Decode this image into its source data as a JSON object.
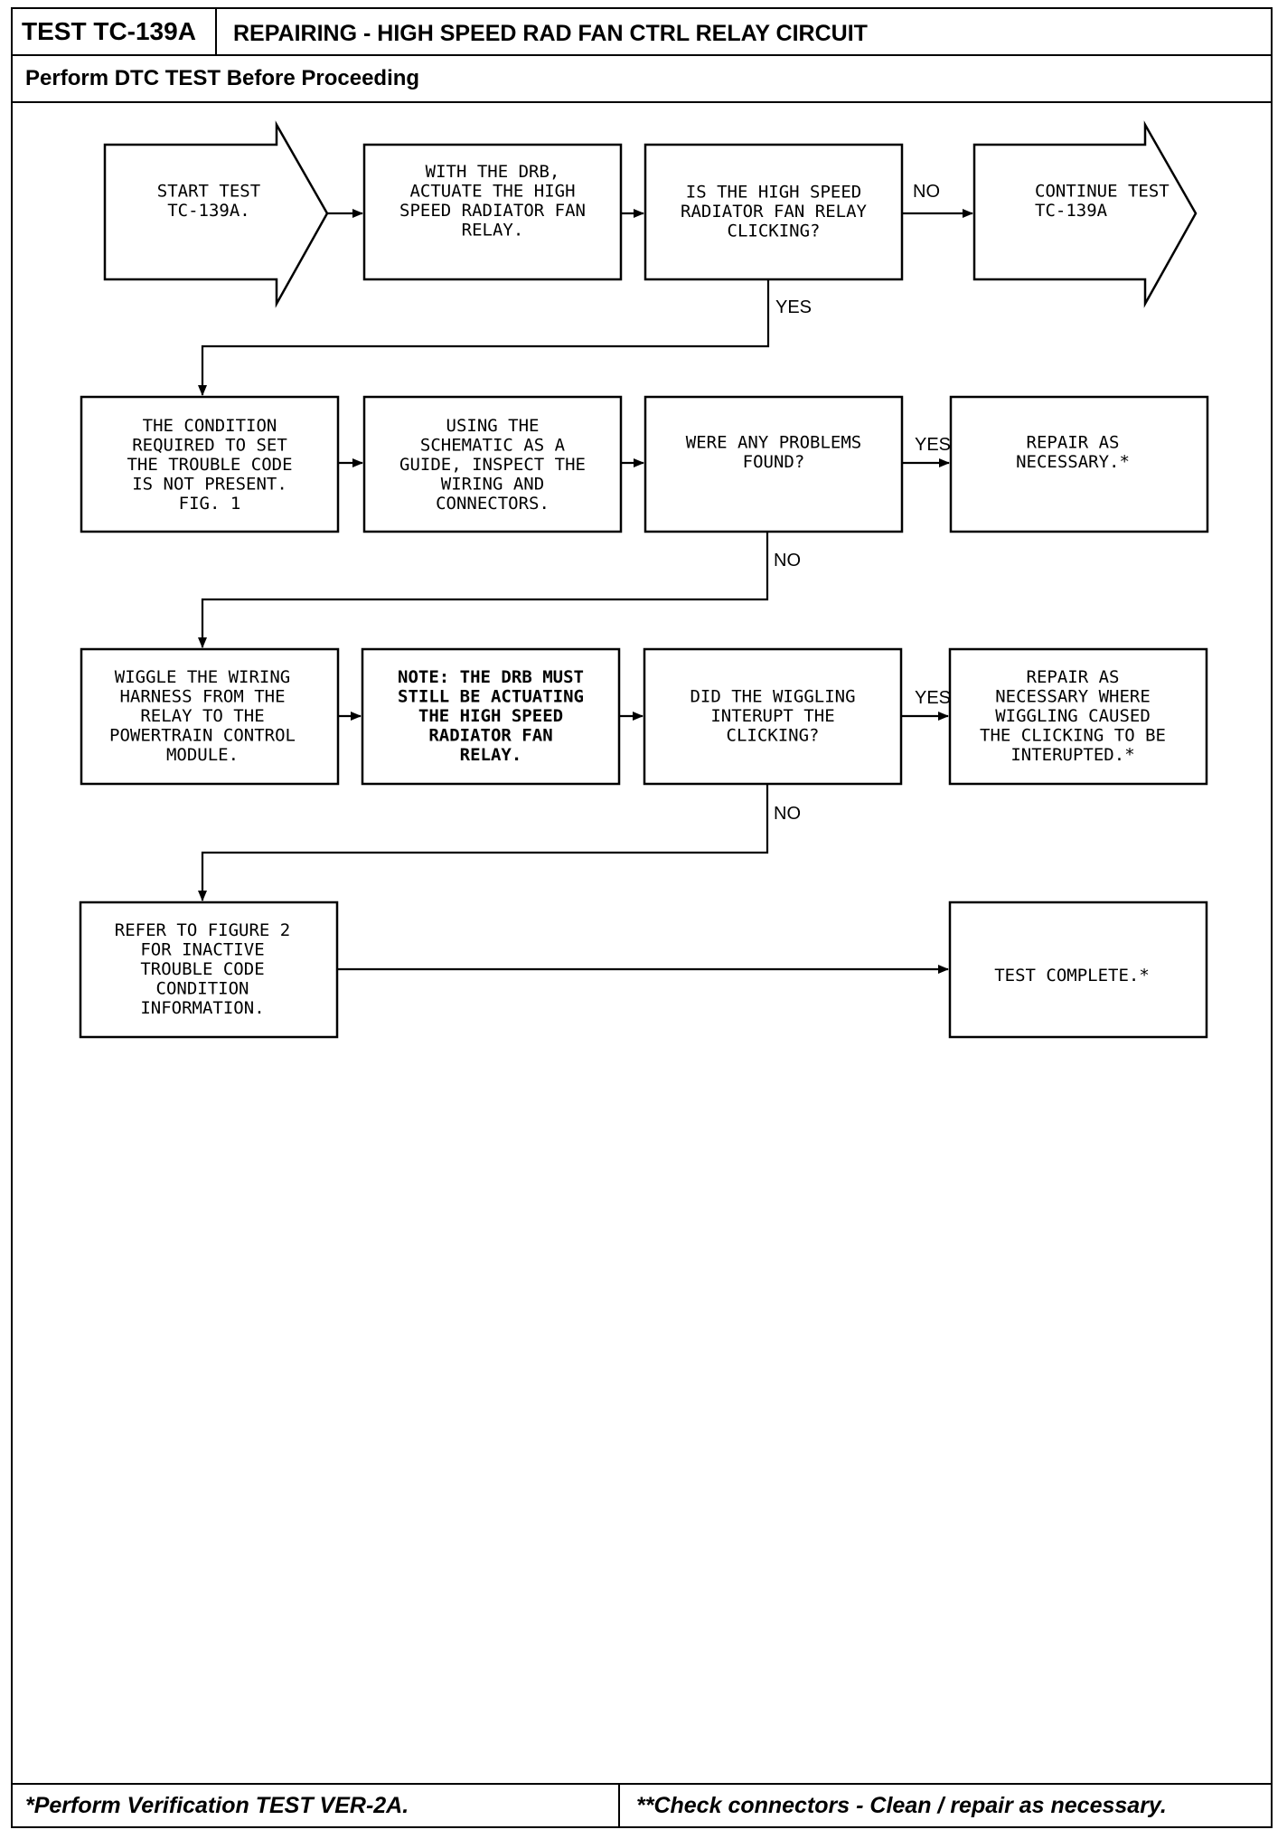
{
  "header": {
    "test_id": "TEST TC-139A",
    "title": "REPAIRING - HIGH SPEED RAD FAN CTRL RELAY CIRCUIT",
    "subtitle": "Perform DTC TEST Before Proceeding"
  },
  "nodes": {
    "start": [
      "START TEST",
      "TC-139A."
    ],
    "actuate": [
      "WITH THE DRB,",
      "ACTUATE THE HIGH",
      "SPEED RADIATOR FAN",
      "RELAY."
    ],
    "q_clicking": [
      "IS THE HIGH SPEED",
      "RADIATOR FAN RELAY",
      "CLICKING?"
    ],
    "continue": [
      "CONTINUE TEST",
      "TC-139A"
    ],
    "condition": [
      "THE CONDITION",
      "REQUIRED TO SET",
      "THE TROUBLE CODE",
      "IS NOT PRESENT.",
      "FIG. 1"
    ],
    "inspect": [
      "USING THE",
      "SCHEMATIC AS A",
      "GUIDE, INSPECT THE",
      "WIRING AND",
      "CONNECTORS."
    ],
    "q_problems": [
      "WERE ANY PROBLEMS",
      "FOUND?"
    ],
    "repair1": [
      "REPAIR AS",
      "NECESSARY.*"
    ],
    "wiggle": [
      "WIGGLE THE WIRING",
      "HARNESS FROM THE",
      "RELAY TO THE",
      "POWERTRAIN CONTROL",
      "MODULE."
    ],
    "note": [
      "NOTE: THE DRB MUST",
      "STILL BE ACTUATING",
      "THE HIGH SPEED",
      "RADIATOR FAN",
      "RELAY."
    ],
    "q_wiggle": [
      "DID THE WIGGLING",
      "INTERUPT THE",
      "CLICKING?"
    ],
    "repair2": [
      "REPAIR AS",
      "NECESSARY WHERE",
      "WIGGLING CAUSED",
      "THE CLICKING TO BE",
      "INTERUPTED.*"
    ],
    "refer": [
      "REFER TO FIGURE 2",
      "FOR INACTIVE",
      "TROUBLE CODE",
      "CONDITION",
      "INFORMATION."
    ],
    "complete": [
      "TEST COMPLETE.*"
    ]
  },
  "edge_labels": {
    "no_1": "NO",
    "yes_1": "YES",
    "yes_2": "YES",
    "no_2": "NO",
    "yes_3": "YES",
    "no_3": "NO"
  },
  "footer": {
    "left": "*Perform Verification TEST VER-2A.",
    "right": "**Check connectors - Clean / repair as necessary."
  }
}
